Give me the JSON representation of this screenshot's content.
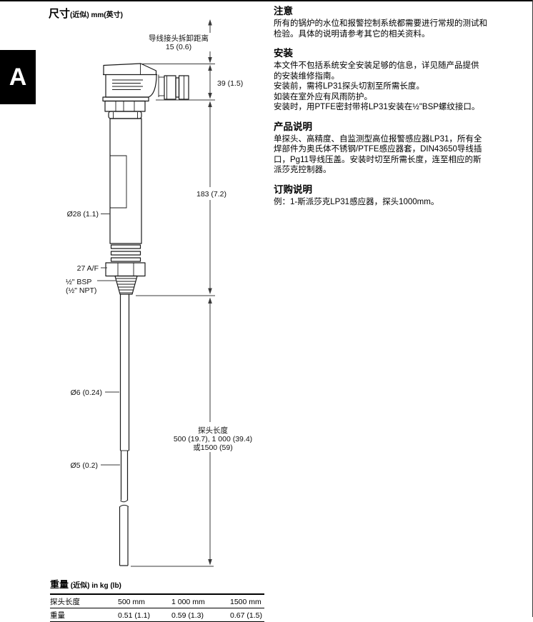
{
  "page": {
    "title": "尺寸",
    "title_suffix": "(近似) mm(英寸)",
    "section_tab": "A"
  },
  "drawing": {
    "dim_removal_label": "导线接头拆卸距离",
    "dim_removal_value": "15 (0.6)",
    "dim_head_height": "39 (1.5)",
    "dim_body_length": "183 (7.2)",
    "label_body_diameter": "Ø28 (1.1)",
    "label_hex": "27 A/F",
    "label_thread_line1": "½\" BSP",
    "label_thread_line2": "(½\" NPT)",
    "label_rod_diameter": "Ø6 (0.24)",
    "label_tip_diameter": "Ø5 (0.2)",
    "probe_length_line1": "探头长度",
    "probe_length_line2": "500 (19.7), 1 000 (39.4)",
    "probe_length_line3": "或1500 (59)"
  },
  "sections": [
    {
      "heading": "注意",
      "lines": [
        "所有的锅炉的水位和报警控制系统都需要进行常规的测试和",
        "检验。具体的说明请参考其它的相关资料。"
      ]
    },
    {
      "heading": "安装",
      "lines": [
        "本文件不包括系统安全安装足够的信息，详见随产品提供",
        "的安装维修指南。",
        "安装前，需将LP31探头切割至所需长度。",
        "如装在室外应有风雨防护。",
        "安装时，用PTFE密封带将LP31安装在½\"BSP螺纹接口。"
      ]
    },
    {
      "heading": "产品说明",
      "lines": [
        "单探头、高精度、自监测型高位报警感应器LP31，所有全",
        "焊部件为奥氏体不锈钢/PTFE感应器套，DIN43650导线插",
        "口，Pg11导线压盖。安装时切至所需长度，连至相应的斯",
        "派莎克控制器。"
      ]
    },
    {
      "heading": "订购说明",
      "lines": [
        "例：1-斯派莎克LP31感应器，探头1000mm。"
      ]
    }
  ],
  "weight_table": {
    "title": "重量",
    "title_suffix": " (近似) in kg (lb)",
    "rows": [
      [
        "探头长度",
        "500 mm",
        "1 000 mm",
        "1500 mm"
      ],
      [
        "重量",
        "0.51 (1.1)",
        "0.59 (1.3)",
        "0.67 (1.5)"
      ]
    ]
  }
}
